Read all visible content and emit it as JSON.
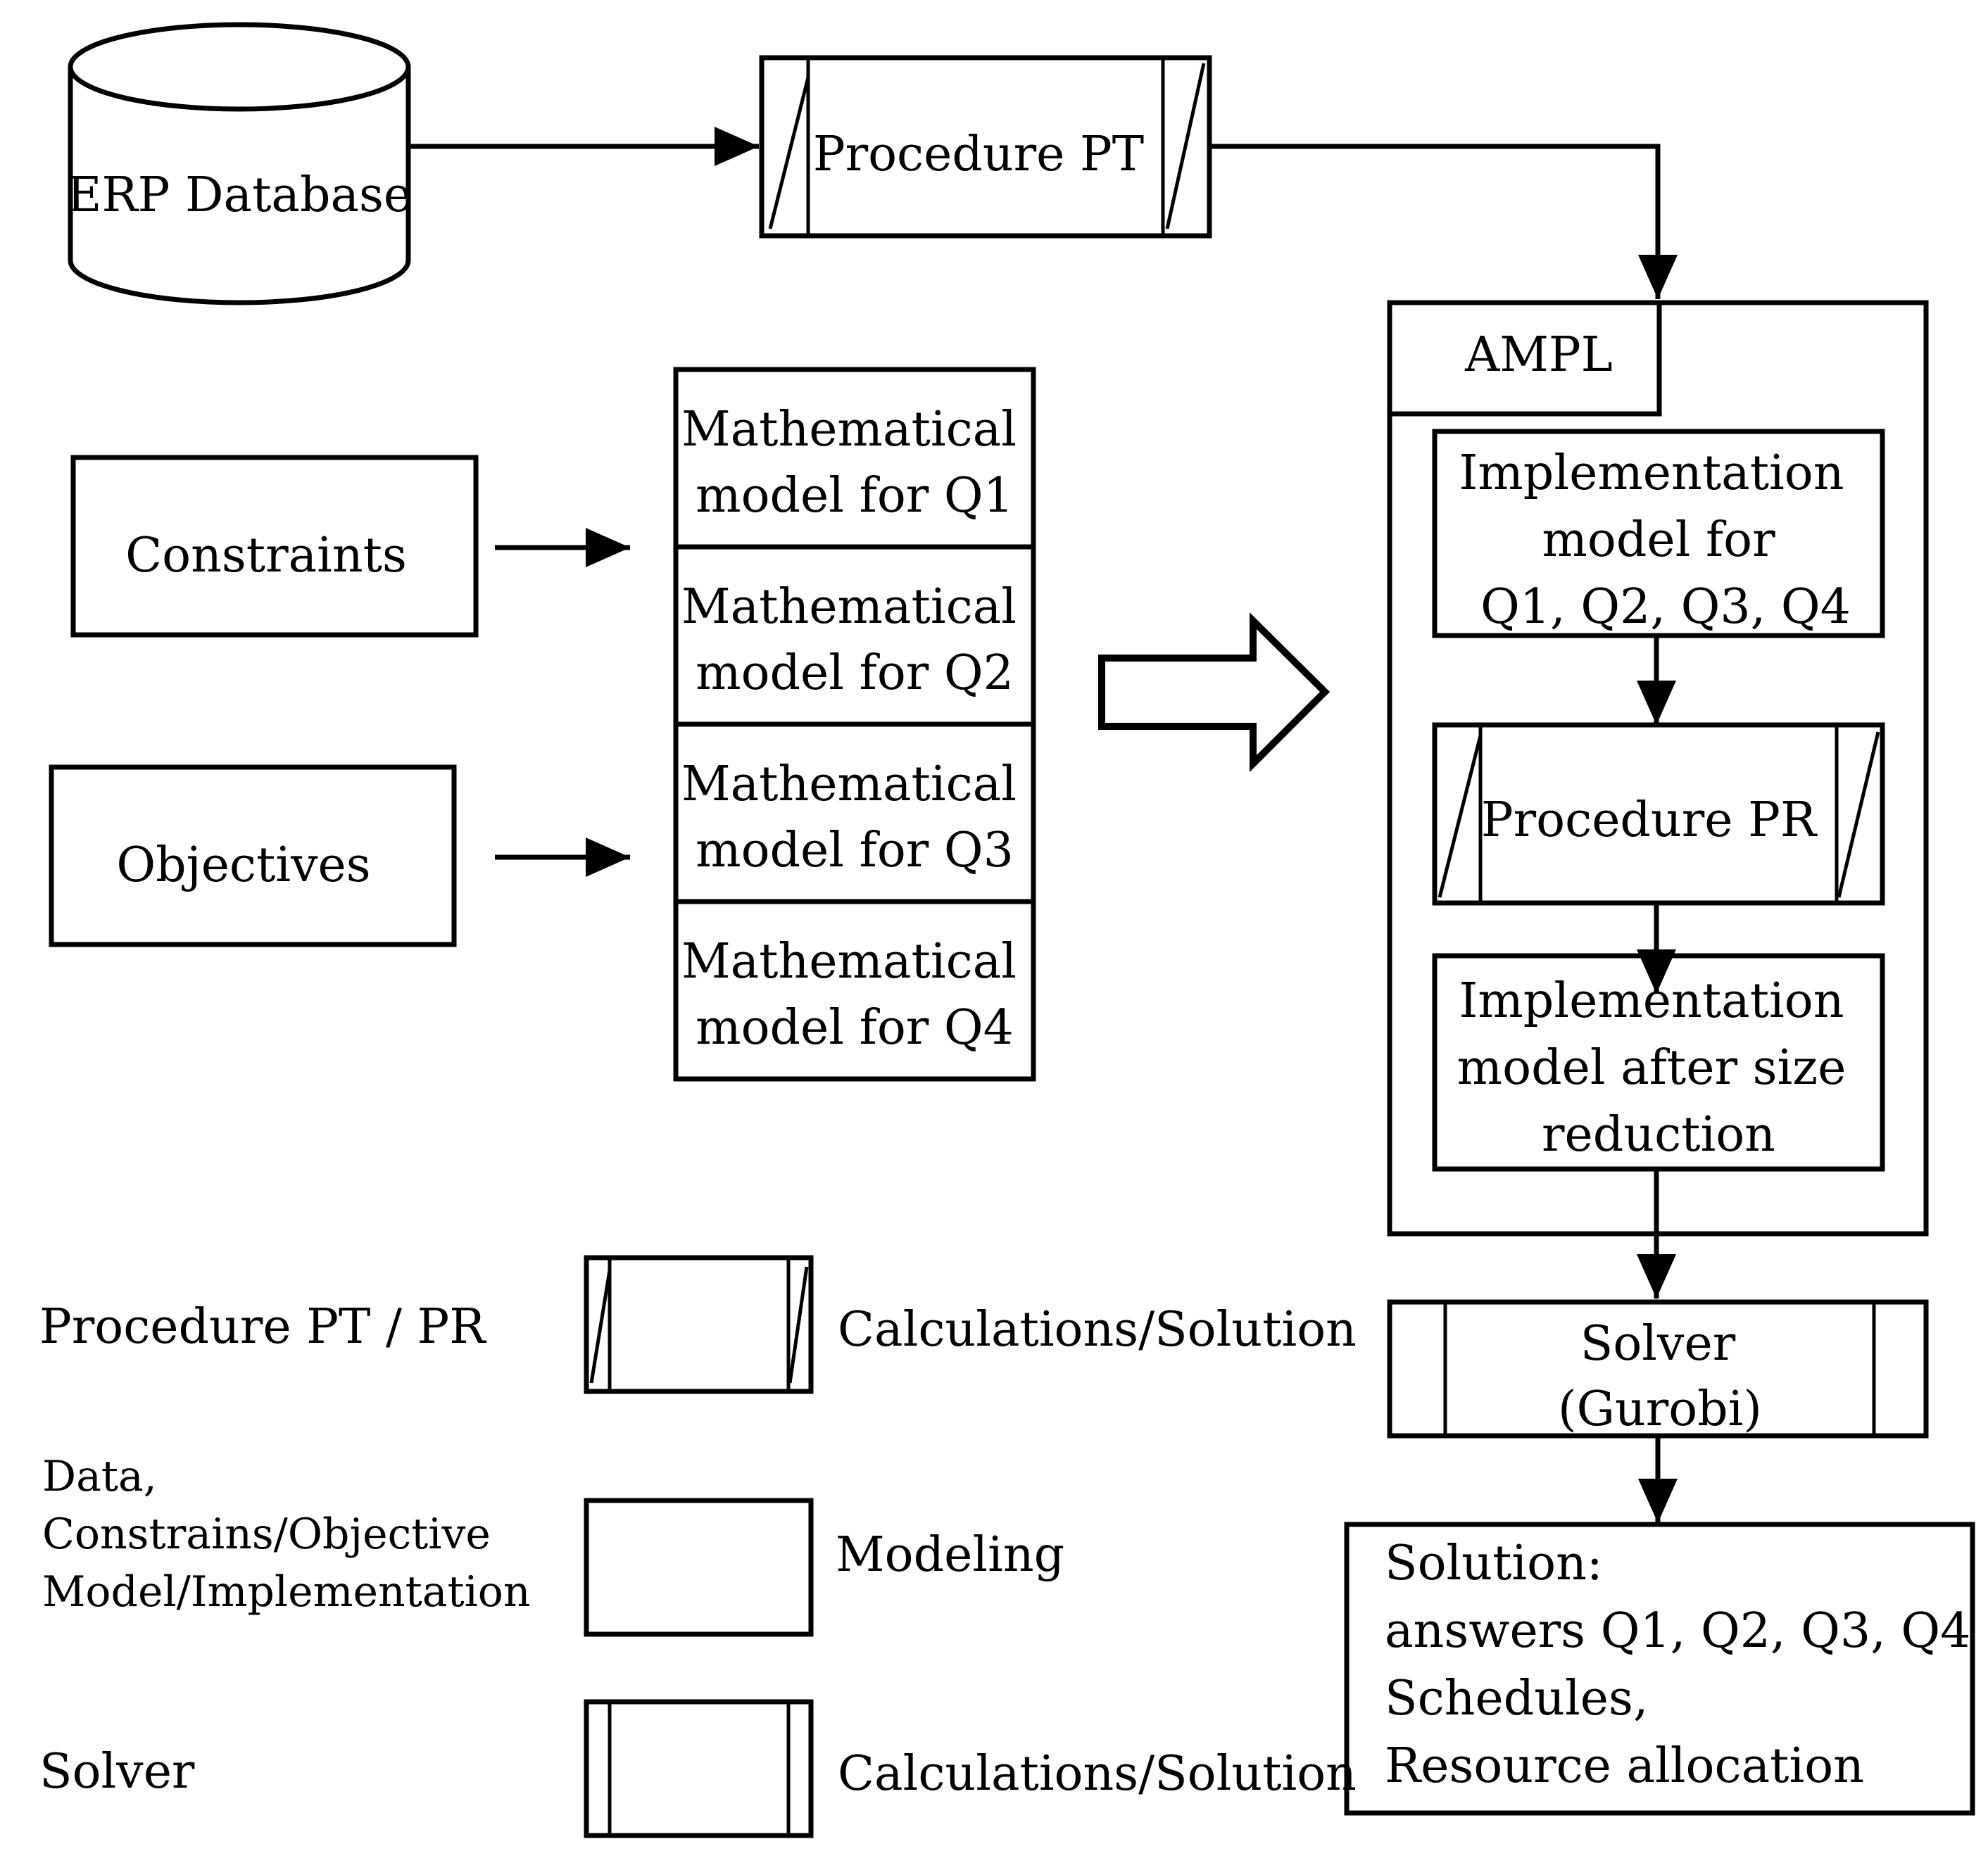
{
  "erp": {
    "label": "ERP Database"
  },
  "procedure_pt": {
    "label": "Procedure PT"
  },
  "constraints": {
    "label": "Constraints"
  },
  "objectives": {
    "label": "Objectives"
  },
  "math_models": [
    {
      "line1": "Mathematical",
      "line2": "model for Q1"
    },
    {
      "line1": "Mathematical",
      "line2": "model for Q2"
    },
    {
      "line1": "Mathematical",
      "line2": "model for Q3"
    },
    {
      "line1": "Mathematical",
      "line2": "model for Q4"
    }
  ],
  "ampl": {
    "label": "AMPL",
    "implementation": {
      "line1": "Implementation",
      "line2": "model for",
      "line3": "Q1, Q2, Q3, Q4"
    },
    "procedure_pr": {
      "label": "Procedure PR"
    },
    "reduced": {
      "line1": "Implementation",
      "line2": "model  after size",
      "line3": "reduction"
    }
  },
  "solver": {
    "line1": "Solver",
    "line2": "(Gurobi)"
  },
  "solution": {
    "line1": "Solution:",
    "line2": "answers Q1, Q2, Q3, Q4",
    "line3": "Schedules,",
    "line4": "Resource allocation"
  },
  "legend": {
    "procedure": {
      "label": "Procedure PT / PR",
      "meaning": "Calculations/Solution"
    },
    "modeling": {
      "line1": "Data,",
      "line2": "Constrains/Objective",
      "line3": "Model/Implementation",
      "meaning": "Modeling"
    },
    "solver": {
      "label": "Solver",
      "meaning": "Calculations/Solution"
    }
  }
}
